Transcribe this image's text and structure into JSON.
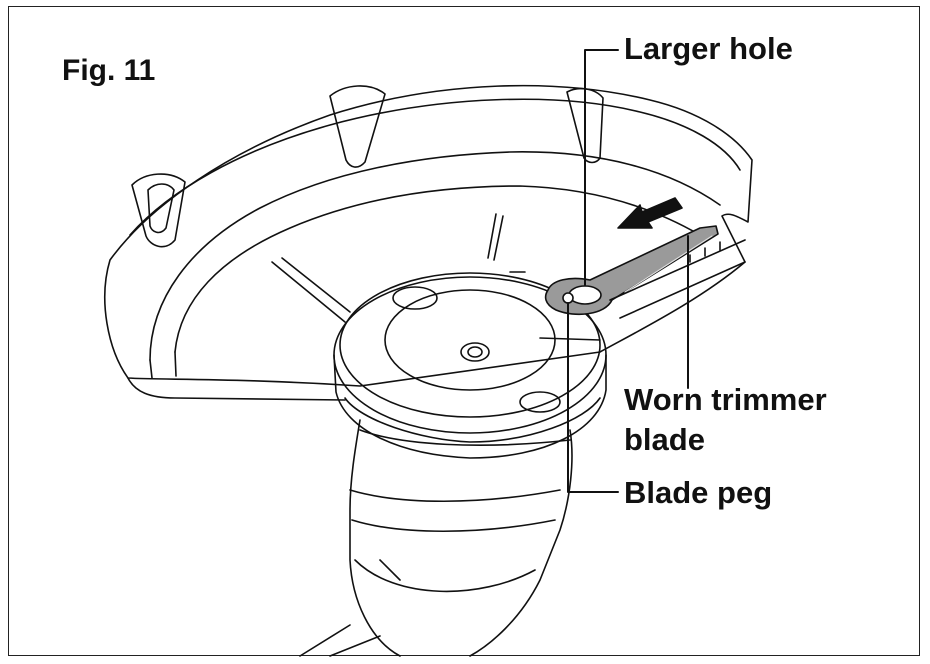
{
  "figure": {
    "title": "Fig. 11"
  },
  "callouts": {
    "larger_hole": "Larger hole",
    "worn_blade_line1": "Worn trimmer",
    "worn_blade_line2": "blade",
    "blade_peg": "Blade peg"
  },
  "colors": {
    "line": "#111111",
    "blade_fill": "#9a9a9a",
    "background": "#ffffff"
  }
}
